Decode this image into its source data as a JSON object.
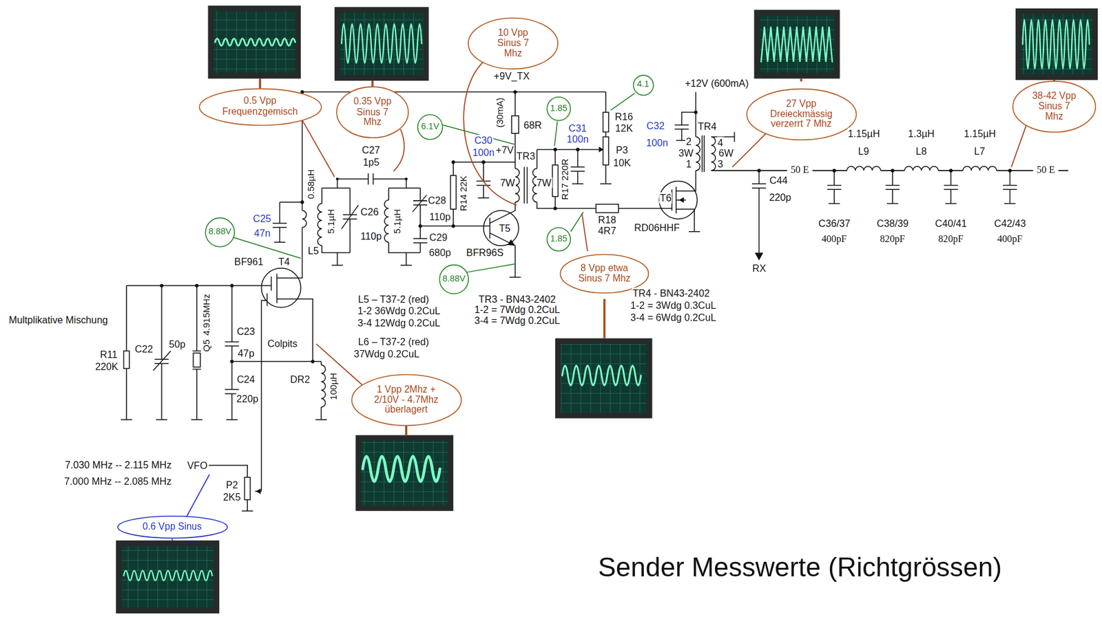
{
  "diagram": {
    "title": "Sender Messwerte (Richtgrössen)",
    "nodes": [
      {
        "text": [
          "10 Vpp Sinus 7 Mhz"
        ]
      },
      {
        "text": [
          "4.1"
        ]
      },
      {
        "text": [
          "38-42 Vpp Sinus 7 Mhz"
        ]
      },
      {
        "text": [
          "0.5 Vpp Frequenzgemisch"
        ]
      },
      {
        "text": [
          "1.85"
        ]
      },
      {
        "text": [
          "0.35 Vpp Sinus 7 Mhz"
        ]
      },
      {
        "text": [
          "27 Vpp Dreieckmässig verzerrt 7 Mhz"
        ]
      },
      {
        "text": [
          "6.1V"
        ]
      },
      {
        "text": [
          "8.88V"
        ]
      },
      {
        "text": [
          "1.85"
        ]
      },
      {
        "text": [
          "8 Vpp etwa Sinus 7 Mhz"
        ]
      },
      {
        "text": [
          "8.88V"
        ]
      },
      {
        "text": [
          "1 Vpp 2Mhz + 2/10V - 4.7Mhz überlagert"
        ]
      },
      {
        "text": [
          "0.6 Vpp Sinus"
        ]
      }
    ],
    "labels": [
      "+9V_TX",
      "(30mA)",
      "68R",
      "+7V",
      "TR3",
      "C30",
      "100n",
      "C31",
      "100n",
      "R16",
      "12K",
      "P3",
      "10K",
      "+12V (600mA)",
      "C32",
      "100n",
      "TR4",
      "2",
      "3W",
      "1",
      "4",
      "6W",
      "3",
      "50 E",
      "1.15µH",
      "L9",
      "1.3µH",
      "L8",
      "1.15µH",
      "L7",
      "50 E",
      "C44",
      "220p",
      "RX",
      "C36/37",
      "400pF",
      "C38/39",
      "820pF",
      "C40/41",
      "820pF",
      "C42/43",
      "400pF",
      "T6",
      "RD06HHF",
      "R18",
      "4R7",
      "R17 220R",
      "7W",
      "7W",
      "R14 22K",
      "T5",
      "BFR96S",
      "C27",
      "1p5",
      "C28",
      "110p",
      "C29",
      "680p",
      "5.1µH",
      "C26",
      "110p",
      "5.1µH",
      "0.58µH",
      "L5",
      "C25",
      "47n",
      "BF961",
      "T4",
      "Multplikative Mischung",
      "R11",
      "220K",
      "C22",
      "50p",
      "4.915MHz",
      "Q5",
      "C23",
      "47p",
      "C24",
      "220p",
      "Colpits",
      "DR2",
      "100µH",
      "L5 – T37-2 (red)",
      "1-2 36Wdg 0.2CuL",
      "3-4 12Wdg 0.2CuL",
      "L6 – T37-2 (red)",
      "37Wdg 0.2CuL",
      "TR3 - BN43-2402",
      "1-2 = 7Wdg 0.2CuL",
      "3-4 = 7Wdg 0.2CuL",
      "TR4 - BN43-2402",
      "1-2 = 3Wdg 0.3CuL",
      "3-4 = 6Wdg 0.2CuL",
      "7.030 MHz -- 2.115 MHz",
      "7.000 MHz -- 2.085 MHz",
      "VFO",
      "P2",
      "2K5"
    ]
  }
}
